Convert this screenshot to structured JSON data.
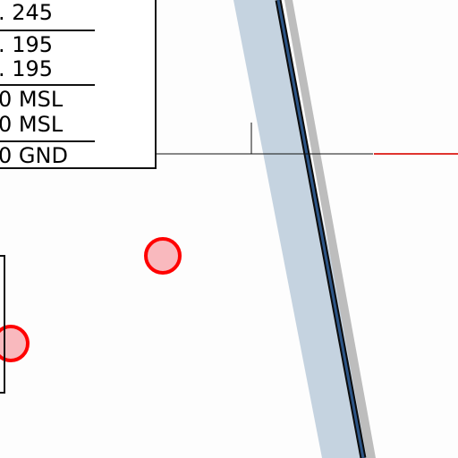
{
  "info_box": {
    "lines": [
      ". 245",
      ". 195",
      ". 195",
      "0 MSL",
      "0 MSL",
      "0 GND"
    ]
  },
  "colors": {
    "airway_band": "#c5d3e0",
    "airway_shadow": "#bdbdbd",
    "airway_line": "#2c5587",
    "airway_outline": "#0b0b0b",
    "marker_fill": "#f9b9be",
    "marker_stroke": "#ff0000",
    "route_segment": "#e0342f",
    "thin_line": "#111111"
  }
}
